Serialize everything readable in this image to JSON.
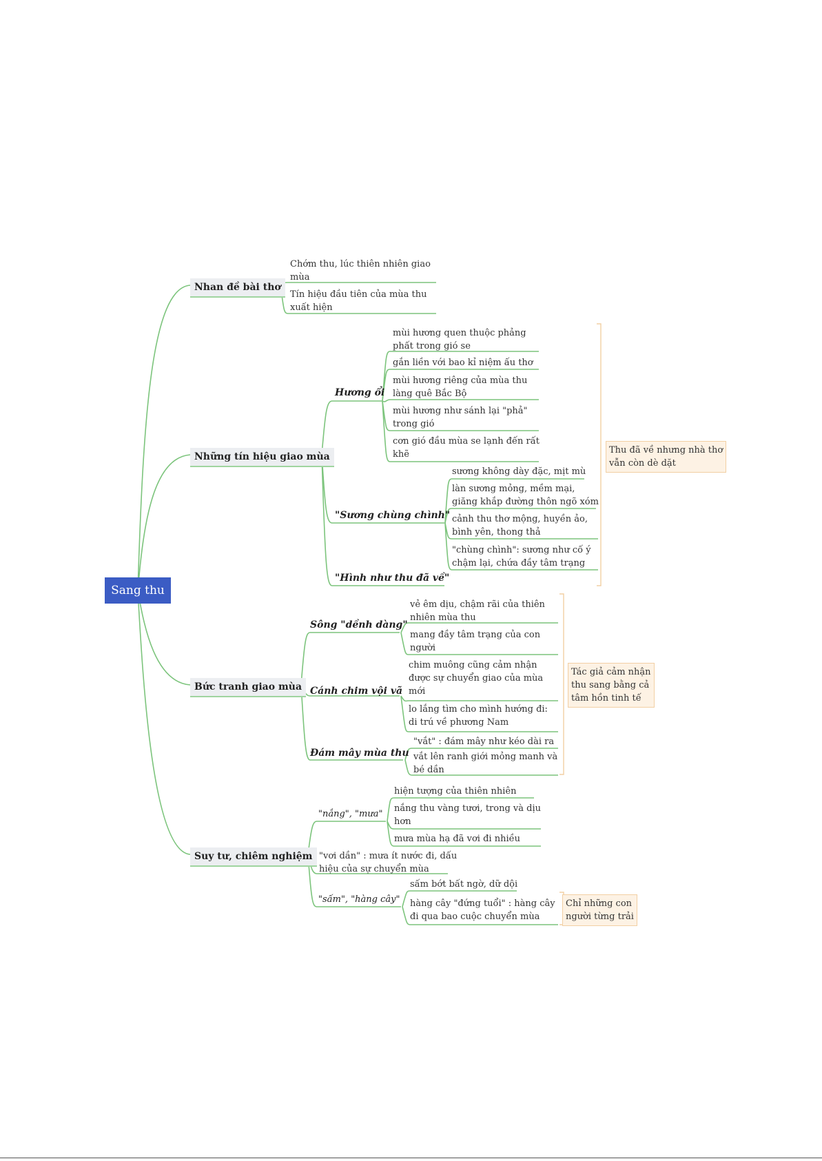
{
  "root": "Sang thu",
  "branches": [
    {
      "label": "Nhan đề bài thơ",
      "leaves": [
        "Chớm thu, lúc thiên nhiên giao\nmùa",
        "Tín hiệu đầu tiên của mùa thu\nxuất hiện"
      ]
    },
    {
      "label": "Những tín hiệu giao mùa",
      "subs": [
        {
          "label": "Hương ổi",
          "leaves": [
            "mùi hương quen thuộc phảng\nphất trong gió se",
            "gắn liền với bao kỉ niệm ấu thơ",
            "mùi hương riêng của mùa thu\nlàng quê Bắc Bộ",
            "mùi hương như sánh lại \"phả\"\ntrong gió",
            "cơn gió đầu mùa se lạnh đến rất\nkhẽ"
          ]
        },
        {
          "label": "\"Sương chùng chình\"",
          "leaves": [
            "sương không dày đặc, mịt mù",
            "làn sương mỏng, mềm mại,\ngiăng khắp đường thôn ngõ xóm",
            "cảnh thu thơ mộng, huyền ảo,\nbình yên, thong thả",
            "\"chùng chình\": sương như cố ý\nchậm lại, chứa đầy tâm trạng"
          ]
        },
        {
          "label": "\"Hình như thu đã về\"",
          "leaves": []
        }
      ],
      "note": "Thu đã về nhưng nhà thơ\nvẫn còn dè dặt"
    },
    {
      "label": "Bức tranh giao mùa",
      "subs": [
        {
          "label": "Sông \"dềnh dàng\"",
          "leaves": [
            "vẻ êm dịu, chậm rãi của thiên\nnhiên mùa thu",
            "mang đầy tâm trạng của con\nngười"
          ]
        },
        {
          "label": "Cánh chim vội vã",
          "leaves": [
            "chim muông cũng cảm nhận\nđược sự chuyển giao của mùa\nmới",
            "lo lắng tìm cho mình hướng đi:\ndi trú về phương Nam"
          ]
        },
        {
          "label": "Đám mây mùa thu",
          "leaves": [
            "\"vắt\" : đám mây như kéo dài ra",
            "vắt lên ranh giới mỏng manh và\nbé dần"
          ]
        }
      ],
      "note": "Tác giả cảm nhận\nthu sang bằng cả\ntâm hồn tinh tế"
    },
    {
      "label": "Suy tư, chiêm nghiệm",
      "subs": [
        {
          "label": "\"nắng\", \"mưa\"",
          "leaves": [
            "hiện tượng của thiên nhiên",
            "nắng thu vàng tươi, trong và dịu\nhơn",
            "mưa mùa hạ đã vơi đi nhiều"
          ]
        },
        {
          "label": "\"vơi dần\" : mưa ít nước đi, dấu\nhiệu của sự chuyển mùa",
          "leaves": []
        },
        {
          "label": "\"sấm\", \"hàng cây\"",
          "leaves": [
            "sấm bớt bất ngờ, dữ dội",
            "hàng cây \"đứng tuổi\" : hàng cây\nđi qua bao cuộc chuyển mùa"
          ]
        }
      ],
      "note": "Chỉ những con\nngười từng trải"
    }
  ],
  "colors": {
    "root_bg": "#3b5cc4",
    "link": "#7cc47c",
    "note_bg": "#fdf2e4",
    "note_border": "#f2cfa3"
  }
}
